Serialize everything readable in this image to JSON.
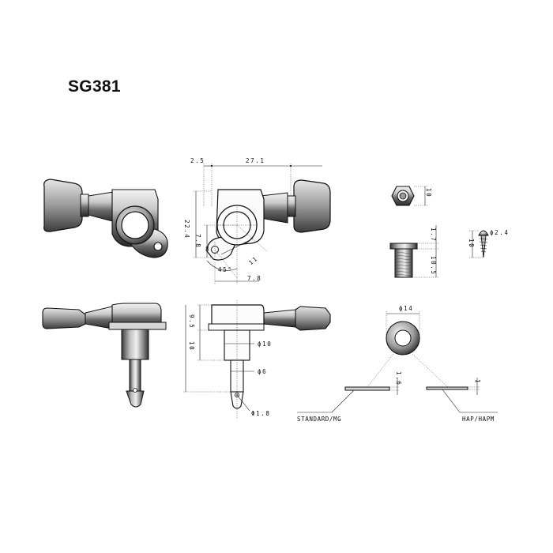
{
  "title": "SG381",
  "dimensions": {
    "d_2_5": "2.5",
    "d_27_1": "27.1",
    "d_22_4": "22.4",
    "d_7_8_a": "7.8",
    "d_8": "8",
    "d_11": "11",
    "d_45": "45°",
    "d_7_8_b": "7.8",
    "d_9_5": "9.5",
    "d_10_side": "10",
    "d_phi10": "ϕ10",
    "d_phi6": "ϕ6",
    "d_phi1_8": "Φ1.8",
    "d_nut_10": "10",
    "d_1_7": "1.7",
    "d_10_5": "10.5",
    "d_screw_10": "10",
    "d_phi2_4": "ϕ2.4",
    "d_phi14": "ϕ14",
    "d_1_6": "1.6",
    "d_1": "1"
  },
  "labels": {
    "standard": "STANDARD/MG",
    "hap": "HAP/HAPM"
  },
  "colors": {
    "line": "#111111",
    "metal_dark": "#333333",
    "metal_mid": "#8a8a8a",
    "metal_light": "#d8d8d8"
  }
}
